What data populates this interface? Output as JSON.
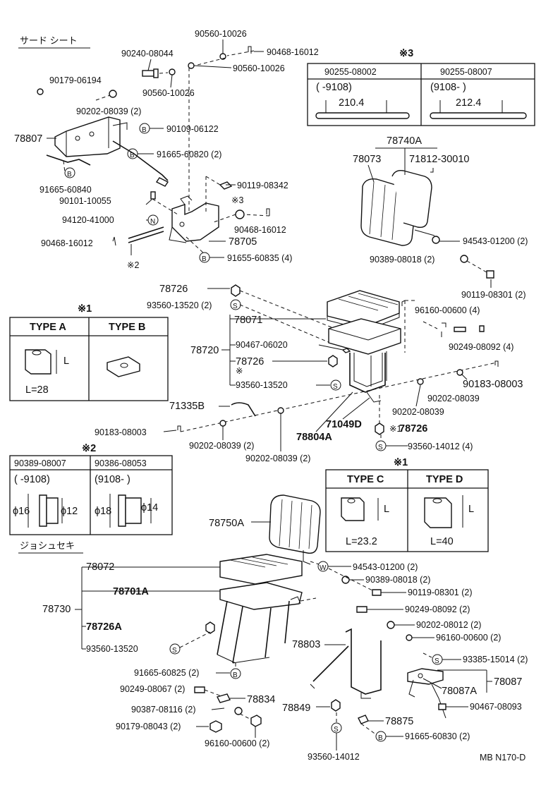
{
  "sections": {
    "third_seat": "サード シート",
    "passenger_seat": "ジョシュセキ"
  },
  "diagram_code": "MB N170-D",
  "markers": {
    "ref1": "※1",
    "ref2": "※2",
    "ref3": "※3",
    "star3": "※3",
    "star2": "※2",
    "star": "※",
    "circle_b": "B",
    "circle_n": "N",
    "circle_s": "S",
    "circle_w": "W"
  },
  "table_ref3": {
    "cols": [
      {
        "part": "90255-08002",
        "range": "(       -9108)",
        "length": "210.4"
      },
      {
        "part": "90255-08007",
        "range": "(9108-         )",
        "length": "212.4"
      }
    ]
  },
  "table_ref1_top": {
    "cols": [
      {
        "label": "TYPE A",
        "dim": "L",
        "value": "L=28"
      },
      {
        "label": "TYPE B",
        "dim": "",
        "value": ""
      }
    ]
  },
  "table_ref2": {
    "cols": [
      {
        "part": "90389-08007",
        "range": "(       -9108)",
        "outer": "ϕ16",
        "inner": "ϕ12"
      },
      {
        "part": "90386-08053",
        "range": "(9108-         )",
        "outer": "ϕ18",
        "inner": "ϕ14"
      }
    ]
  },
  "table_ref1_bottom": {
    "cols": [
      {
        "label": "TYPE C",
        "dim": "L",
        "value": "L=23.2"
      },
      {
        "label": "TYPE D",
        "dim": "L",
        "value": "L=40"
      }
    ]
  },
  "parts_third_seat": {
    "p90560_10026_a": "90560-10026",
    "p90468_16012_a": "90468-16012",
    "p90240_08044": "90240-08044",
    "p90560_10026_b": "90560-10026",
    "p90560_10026_c": "90560-10026",
    "p90179_06194": "90179-06194",
    "p90202_08039_2": "90202-08039 (2)",
    "p78807": "78807",
    "p90109_06122": "90109-06122",
    "p91665_60820_2": "91665-60820 (2)",
    "p91665_60840": "91665-60840",
    "p90119_08342": "90119-08342",
    "p90101_10055": "90101-10055",
    "p94120_41000": "94120-41000",
    "p90468_16012_b": "90468-16012",
    "p90468_16012_c": "90468-16012",
    "p78705": "78705",
    "p91655_60835_4": "91655-60835 (4)",
    "p78740A": "78740A",
    "p78073": "78073",
    "p71812_30010": "71812-30010",
    "p94543_01200_2": "94543-01200 (2)",
    "p90389_08018_2": "90389-08018 (2)",
    "p90119_08301_2": "90119-08301 (2)",
    "p78726_ref": "78726",
    "p93560_13520_2": "93560-13520 (2)",
    "p96160_00600_4": "96160-00600 (4)",
    "p78071": "78071",
    "p78720": "78720",
    "p90467_06020": "90467-06020",
    "p78726": "78726",
    "p90249_08092_4": "90249-08092 (4)",
    "p93560_13520": "93560-13520",
    "p90183_08003_a": "90183-08003",
    "p90202_08039_b": "90202-08039",
    "p90202_08039_c": "90202-08039",
    "p71335B": "71335B",
    "p71049D": "71049D",
    "p78726_b": "78726",
    "p90183_08003_b": "90183-08003",
    "p78804A": "78804A",
    "p90202_08039_2b": "90202-08039 (2)",
    "p93560_14012_4": "93560-14012 (4)",
    "p90202_08039_2c": "90202-08039 (2)"
  },
  "parts_passenger_seat": {
    "p78750A": "78750A",
    "p78072": "78072",
    "p94543_01200_2": "94543-01200 (2)",
    "p90389_08018_2": "90389-08018 (2)",
    "p78701A": "78701A",
    "p90119_08301_2": "90119-08301 (2)",
    "p78730": "78730",
    "p90249_08092_2": "90249-08092 (2)",
    "p78726A": "78726A",
    "p90202_08012_2": "90202-08012 (2)",
    "p96160_00600_2a": "96160-00600 (2)",
    "p93560_13520": "93560-13520",
    "p78803": "78803",
    "p93385_15014_2": "93385-15014 (2)",
    "p91665_60825_2": "91665-60825 (2)",
    "p78087": "78087",
    "p78087A": "78087A",
    "p90249_08067_2": "90249-08067 (2)",
    "p78834": "78834",
    "p90467_08093": "90467-08093",
    "p90387_08116_2": "90387-08116 (2)",
    "p78849": "78849",
    "p90179_08043_2": "90179-08043 (2)",
    "p78875": "78875",
    "p96160_00600_2b": "96160-00600 (2)",
    "p91665_60830_2": "91665-60830 (2)",
    "p93560_14012": "93560-14012"
  }
}
